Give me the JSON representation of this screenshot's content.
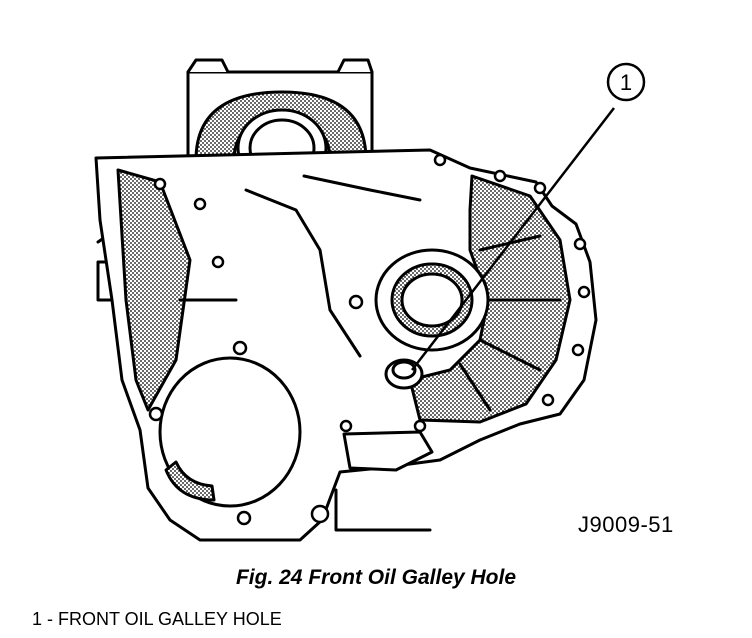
{
  "figure": {
    "callout_number": "1",
    "figure_code": "J9009-51",
    "caption": "Fig. 24 Front Oil Galley Hole",
    "legend": [
      {
        "text": "1 - FRONT OIL GALLEY HOLE"
      }
    ]
  }
}
